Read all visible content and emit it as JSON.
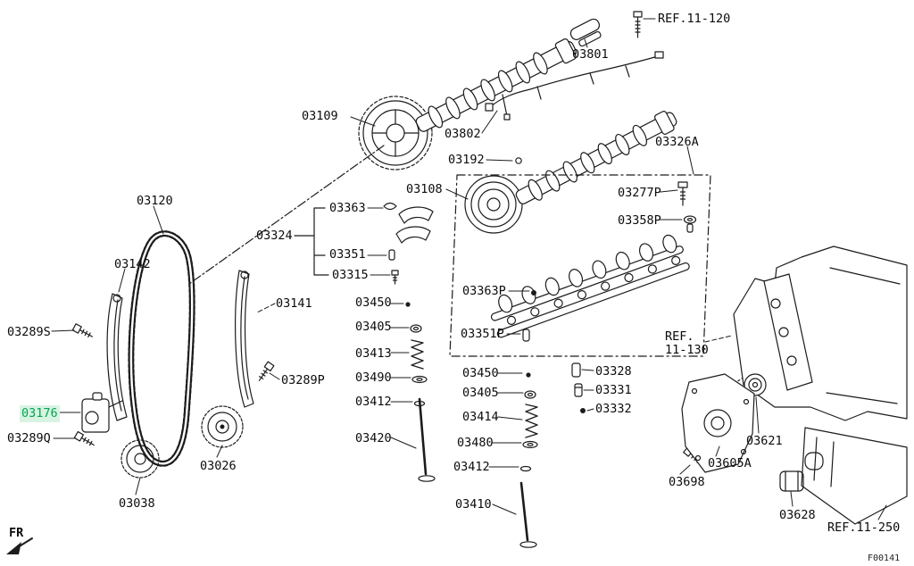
{
  "figure": {
    "code": "F00141",
    "orientation": "FR",
    "highlighted_part": "03176",
    "highlight_color": "#00a651",
    "line_color": "#1c1c1c",
    "background": "#ffffff"
  },
  "labels": [
    {
      "text": "REF.11-120"
    },
    {
      "text": "03801"
    },
    {
      "text": "03109"
    },
    {
      "text": "03802"
    },
    {
      "text": "03192"
    },
    {
      "text": "03326A"
    },
    {
      "text": "03108"
    },
    {
      "text": "03120"
    },
    {
      "text": "03363"
    },
    {
      "text": "03324"
    },
    {
      "text": "03277P"
    },
    {
      "text": "03358P"
    },
    {
      "text": "03351"
    },
    {
      "text": "03315"
    },
    {
      "text": "03142"
    },
    {
      "text": "03141"
    },
    {
      "text": "03450"
    },
    {
      "text": "03405"
    },
    {
      "text": "03363P"
    },
    {
      "text": "03413"
    },
    {
      "text": "03351P"
    },
    {
      "text": "03289S"
    },
    {
      "text": "03490"
    },
    {
      "text": "03450"
    },
    {
      "text": "03328"
    },
    {
      "text": "03412"
    },
    {
      "text": "03405"
    },
    {
      "text": "03331"
    },
    {
      "text": "03289P"
    },
    {
      "text": "03332"
    },
    {
      "text": "03414"
    },
    {
      "text": "03176"
    },
    {
      "text": "REF."
    },
    {
      "text": "11-130"
    },
    {
      "text": "03289Q"
    },
    {
      "text": "03420"
    },
    {
      "text": "03480"
    },
    {
      "text": "03026"
    },
    {
      "text": "03412"
    },
    {
      "text": "03621"
    },
    {
      "text": "03605A"
    },
    {
      "text": "03038"
    },
    {
      "text": "03698"
    },
    {
      "text": "03410"
    },
    {
      "text": "03628"
    },
    {
      "text": "REF.11-250"
    },
    {
      "text": "FR"
    },
    {
      "text": "F00141"
    }
  ]
}
